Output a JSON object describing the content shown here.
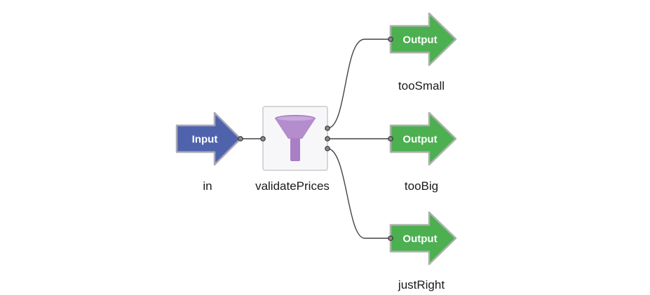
{
  "nodes": {
    "input": {
      "badge": "Input",
      "name": "in",
      "color": "#4f63ad"
    },
    "filter": {
      "name": "validatePrices",
      "icon": "funnel-icon",
      "icon_color": "#a97ec4"
    },
    "outputs": [
      {
        "badge": "Output",
        "name": "tooSmall",
        "color": "#4caf50"
      },
      {
        "badge": "Output",
        "name": "tooBig",
        "color": "#4caf50"
      },
      {
        "badge": "Output",
        "name": "justRight",
        "color": "#4caf50"
      }
    ]
  },
  "edges": [
    {
      "from": "in",
      "to": "validatePrices"
    },
    {
      "from": "validatePrices",
      "to": "tooSmall"
    },
    {
      "from": "validatePrices",
      "to": "tooBig"
    },
    {
      "from": "validatePrices",
      "to": "justRight"
    }
  ]
}
